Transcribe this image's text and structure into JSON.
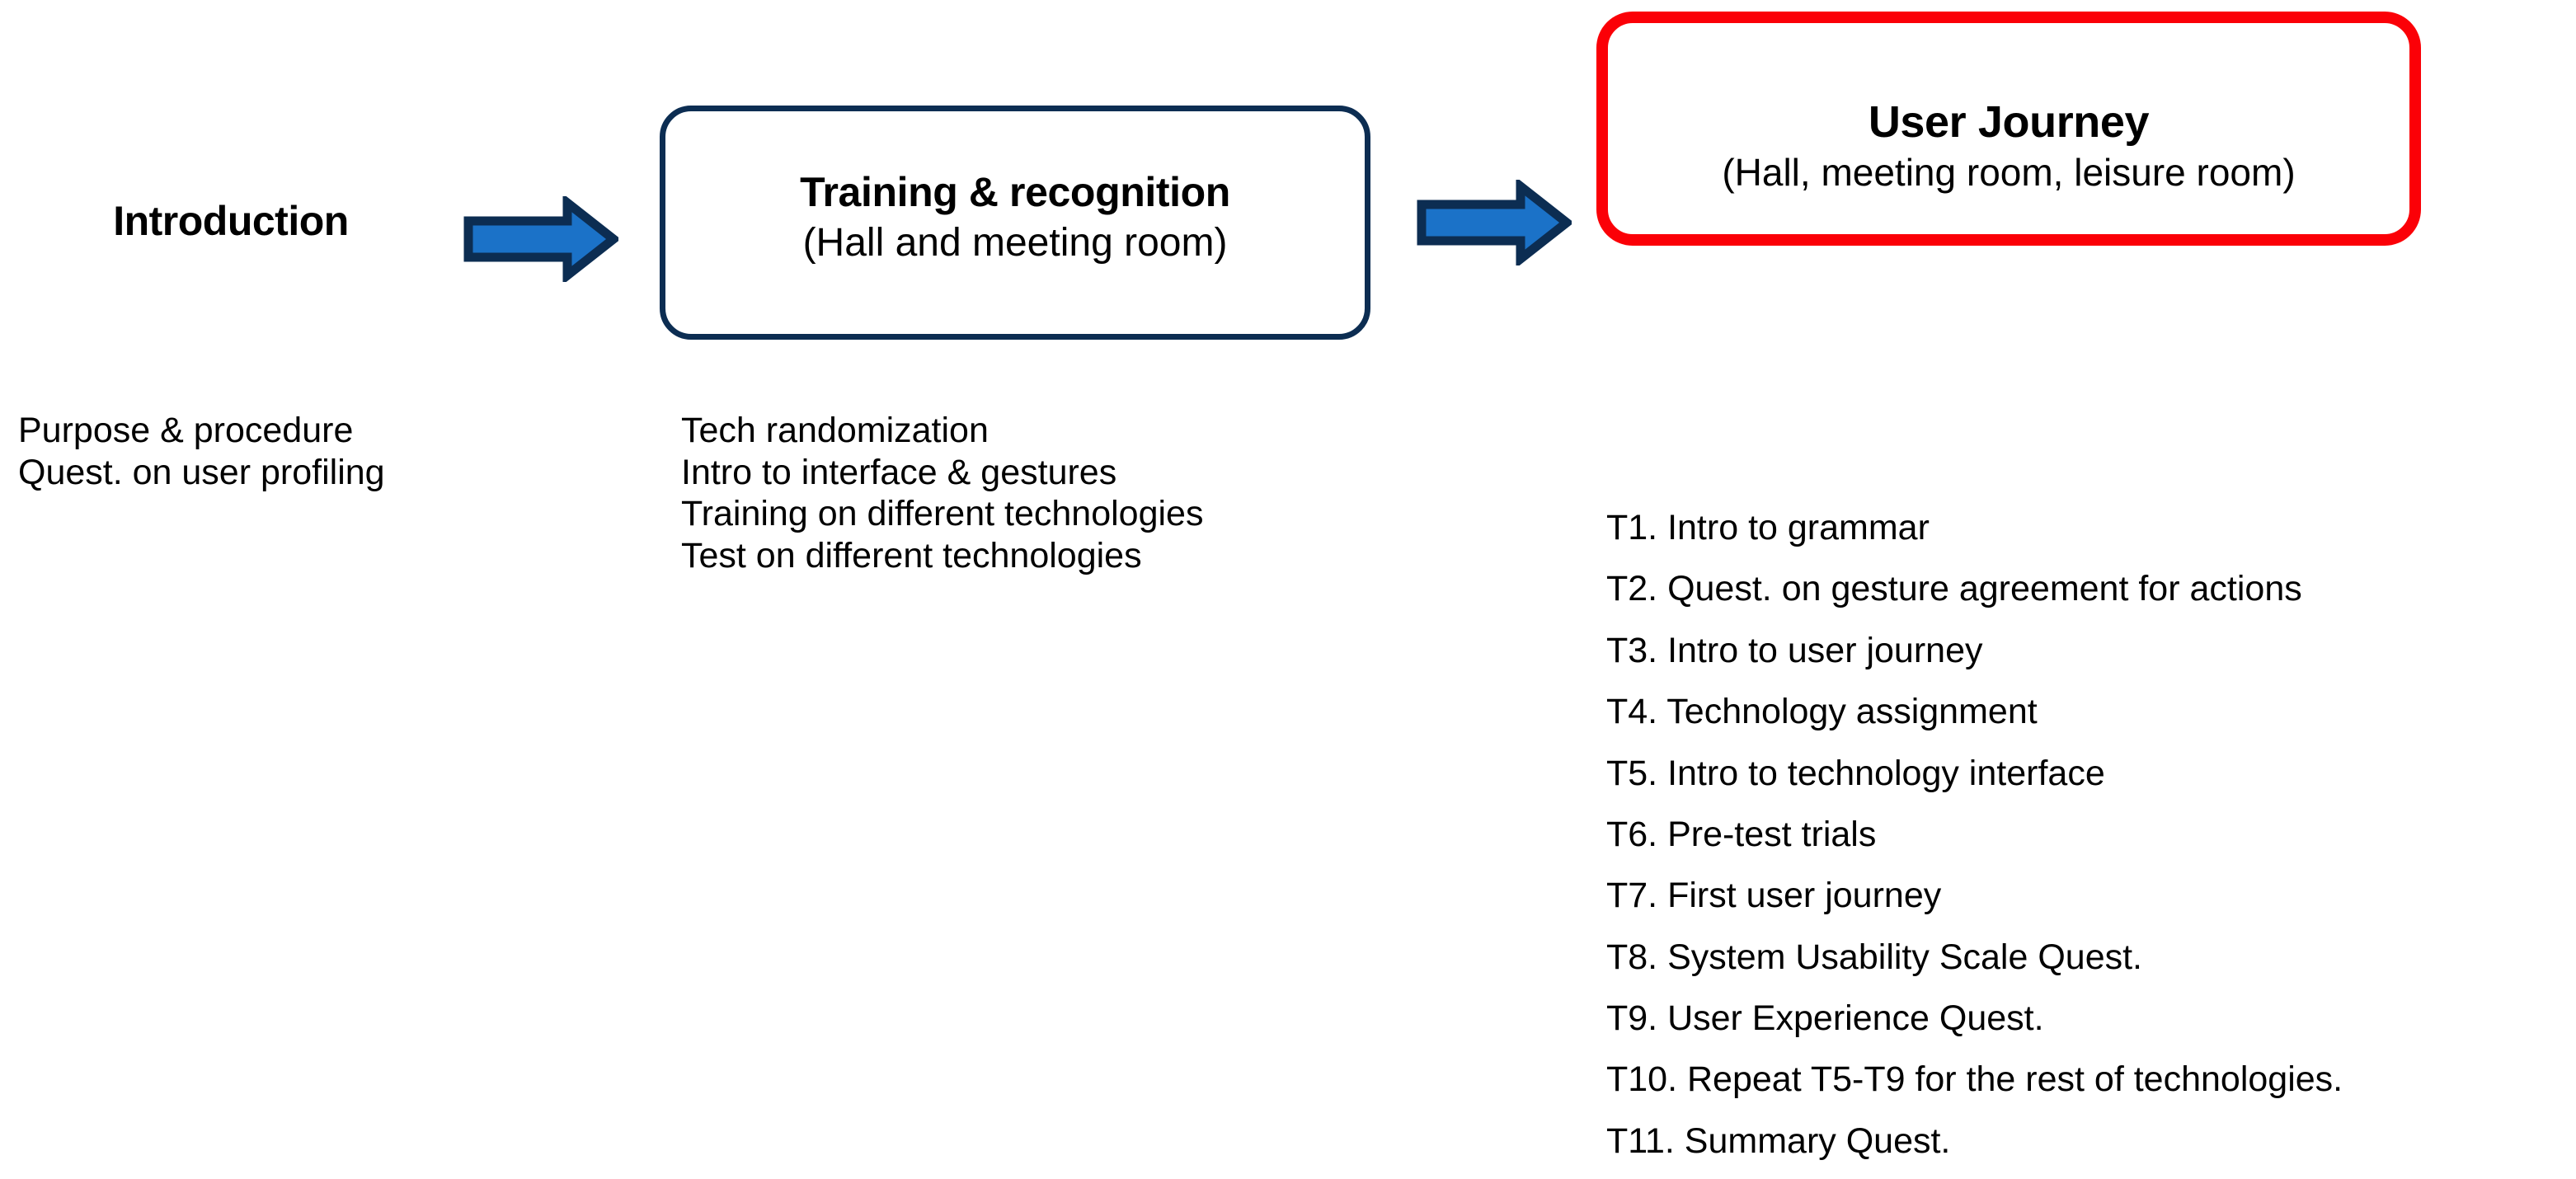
{
  "diagram": {
    "colors": {
      "arrow_fill": "#1b72c8",
      "arrow_outline": "#0c2d52",
      "training_box_border": "#0c2d52",
      "journey_box_border": "#fb0007",
      "text": "#000000",
      "background": "#ffffff"
    },
    "stages": {
      "introduction": {
        "title": "Introduction",
        "details": [
          "Purpose & procedure",
          "Quest. on user profiling"
        ]
      },
      "training": {
        "heading": "Training & recognition",
        "subheading": "(Hall and meeting room)",
        "details": [
          "Tech randomization",
          "Intro to interface & gestures",
          "Training on different technologies",
          "Test on different technologies"
        ]
      },
      "journey": {
        "heading": "User Journey",
        "subheading": "(Hall, meeting room, leisure room)",
        "tasks": [
          "T1. Intro to grammar",
          "T2. Quest. on gesture agreement for actions",
          "T3. Intro to user journey",
          "T4. Technology assignment",
          "T5. Intro to technology interface",
          "T6. Pre-test trials",
          "T7. First user journey",
          "T8. System Usability Scale Quest.",
          "T9. User Experience Quest.",
          "T10. Repeat T5-T9 for the rest of technologies.",
          "T11. Summary Quest."
        ]
      }
    },
    "connectors": [
      {
        "name": "arrow-introduction-to-training",
        "direction": "right"
      },
      {
        "name": "arrow-training-to-journey",
        "direction": "right"
      }
    ]
  }
}
